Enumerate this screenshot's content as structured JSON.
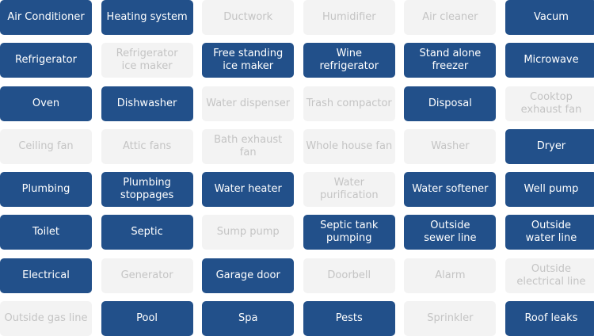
{
  "colors": {
    "selected_bg": "#22508a",
    "selected_text": "#ffffff",
    "unselected_bg": "#f3f3f3",
    "unselected_text": "#c4c4c4"
  },
  "tiles": [
    {
      "label": "Air Conditioner",
      "selected": true
    },
    {
      "label": "Heating system",
      "selected": true
    },
    {
      "label": "Ductwork",
      "selected": false
    },
    {
      "label": "Humidifier",
      "selected": false
    },
    {
      "label": "Air cleaner",
      "selected": false
    },
    {
      "label": "Vacum",
      "selected": true
    },
    {
      "label": "Refrigerator",
      "selected": true
    },
    {
      "label": "Refrigerator\nice maker",
      "selected": false
    },
    {
      "label": "Free standing\nice maker",
      "selected": true
    },
    {
      "label": "Wine refrigerator",
      "selected": true
    },
    {
      "label": "Stand alone\nfreezer",
      "selected": true
    },
    {
      "label": "Microwave",
      "selected": true
    },
    {
      "label": "Oven",
      "selected": true
    },
    {
      "label": "Dishwasher",
      "selected": true
    },
    {
      "label": "Water dispenser",
      "selected": false
    },
    {
      "label": "Trash compactor",
      "selected": false
    },
    {
      "label": "Disposal",
      "selected": true
    },
    {
      "label": "Cooktop\nexhaust fan",
      "selected": false
    },
    {
      "label": "Ceiling fan",
      "selected": false
    },
    {
      "label": "Attic fans",
      "selected": false
    },
    {
      "label": "Bath exhaust fan",
      "selected": false
    },
    {
      "label": "Whole house fan",
      "selected": false
    },
    {
      "label": "Washer",
      "selected": false
    },
    {
      "label": "Dryer",
      "selected": true
    },
    {
      "label": "Plumbing",
      "selected": true
    },
    {
      "label": "Plumbing\nstoppages",
      "selected": true
    },
    {
      "label": "Water heater",
      "selected": true
    },
    {
      "label": "Water\npurification",
      "selected": false
    },
    {
      "label": "Water softener",
      "selected": true
    },
    {
      "label": "Well pump",
      "selected": true
    },
    {
      "label": "Toilet",
      "selected": true
    },
    {
      "label": "Septic",
      "selected": true
    },
    {
      "label": "Sump pump",
      "selected": false
    },
    {
      "label": "Septic tank\npumping",
      "selected": true
    },
    {
      "label": "Outside\nsewer line",
      "selected": true
    },
    {
      "label": "Outside\nwater line",
      "selected": true
    },
    {
      "label": "Electrical",
      "selected": true
    },
    {
      "label": "Generator",
      "selected": false
    },
    {
      "label": "Garage door",
      "selected": true
    },
    {
      "label": "Doorbell",
      "selected": false
    },
    {
      "label": "Alarm",
      "selected": false
    },
    {
      "label": "Outside\nelectrical line",
      "selected": false
    },
    {
      "label": "Outside gas line",
      "selected": false
    },
    {
      "label": "Pool",
      "selected": true
    },
    {
      "label": "Spa",
      "selected": true
    },
    {
      "label": "Pests",
      "selected": true
    },
    {
      "label": "Sprinkler",
      "selected": false
    },
    {
      "label": "Roof leaks",
      "selected": true
    }
  ]
}
